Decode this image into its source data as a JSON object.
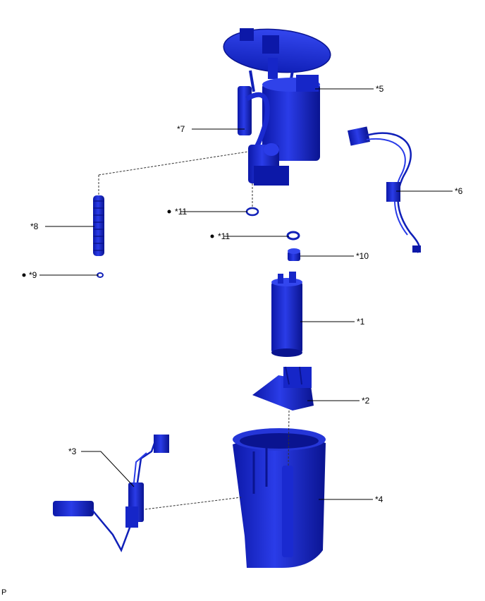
{
  "callouts": {
    "c1": "*1",
    "c2": "*2",
    "c3": "*3",
    "c4": "*4",
    "c5": "*5",
    "c6": "*6",
    "c7": "*7",
    "c8": "*8",
    "c9": "*9",
    "c10": "*10",
    "c11a": "*11",
    "c11b": "*11"
  },
  "footer_code": "P",
  "colors": {
    "part_blue": "#1f2fd6",
    "part_dark": "#0a1490",
    "part_light": "#4a5cf0",
    "leader": "#000000"
  }
}
